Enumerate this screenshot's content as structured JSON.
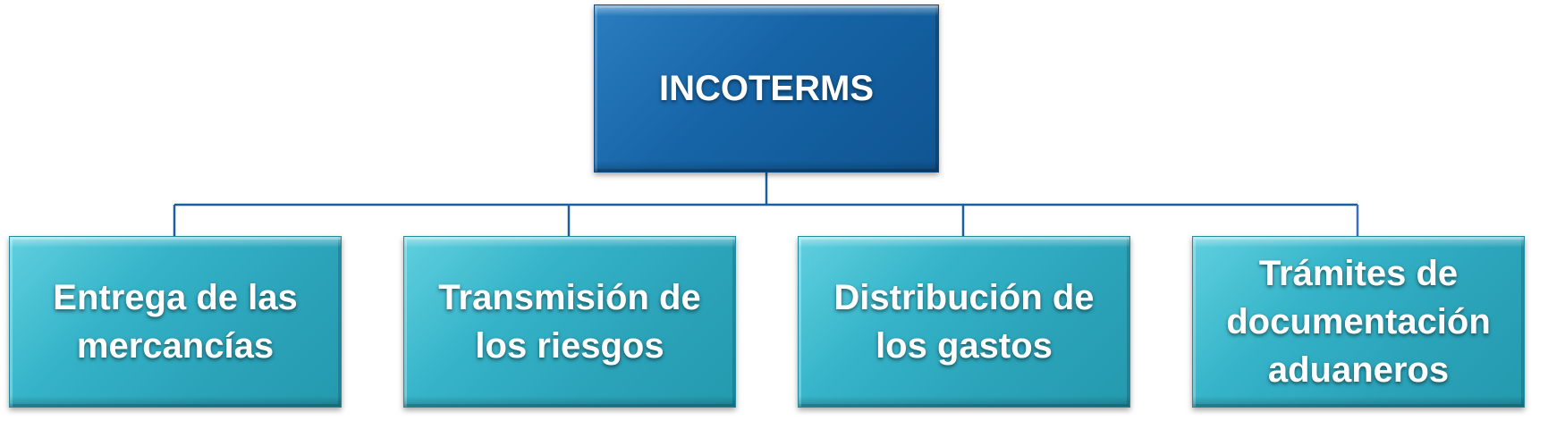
{
  "diagram": {
    "root": {
      "label": "INCOTERMS"
    },
    "children": [
      {
        "label_lines": [
          "Entrega de las",
          "mercancías"
        ]
      },
      {
        "label_lines": [
          "Transmisión de",
          "los riesgos"
        ]
      },
      {
        "label_lines": [
          "Distribución de",
          "los gastos"
        ]
      },
      {
        "label_lines": [
          "Trámites de",
          "documentación",
          "aduaneros"
        ]
      }
    ],
    "colors": {
      "root_fill": "#1664a6",
      "child_fill": "#2aa2b8",
      "connector": "#1a5fa0",
      "text": "#ffffff"
    }
  }
}
